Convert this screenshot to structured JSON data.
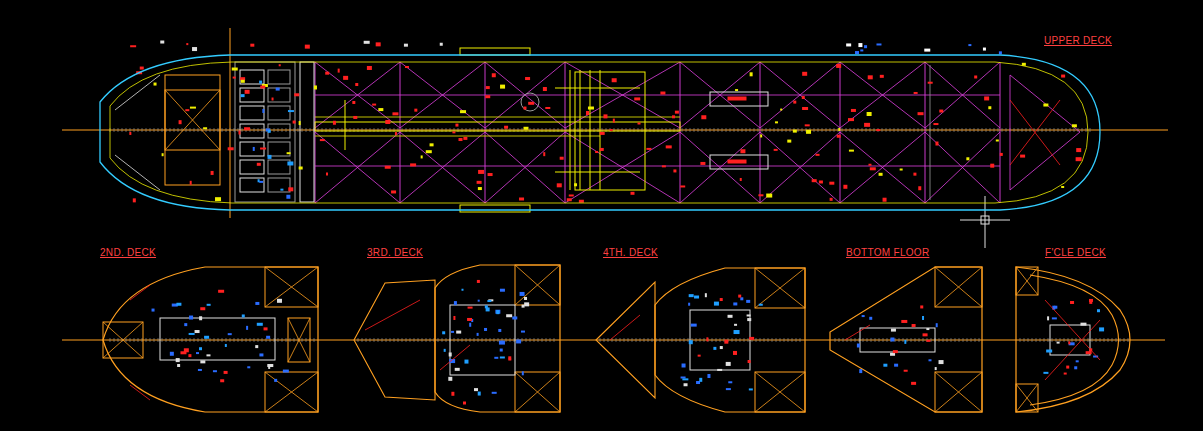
{
  "diagram": {
    "nodes": [
      {
        "text": [
          "UPPER DECK"
        ]
      },
      {
        "text": [
          "2ND. DECK"
        ]
      },
      {
        "text": [
          "3RD. DECK"
        ]
      },
      {
        "text": [
          "4TH. DECK"
        ]
      },
      {
        "text": [
          "BOTTOM FLOOR"
        ]
      },
      {
        "text": [
          "F'CLE DECK"
        ]
      }
    ]
  }
}
